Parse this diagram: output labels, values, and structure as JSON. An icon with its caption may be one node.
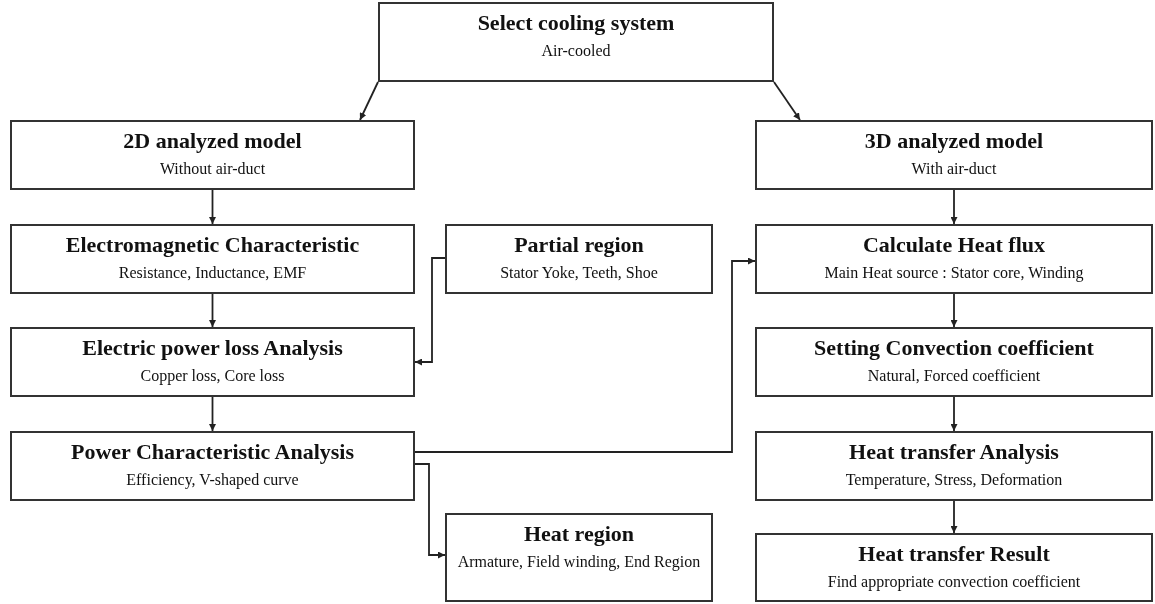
{
  "diagram": {
    "nodes": [
      {
        "text": [
          "Select cooling system",
          "Air-cooled"
        ]
      },
      {
        "text": [
          "2D analyzed model",
          "Without air-duct"
        ]
      },
      {
        "text": [
          "3D analyzed model",
          "With air-duct"
        ]
      },
      {
        "text": [
          "Electromagnetic Characteristic",
          "Resistance, Inductance, EMF"
        ]
      },
      {
        "text": [
          "Partial region",
          "Stator Yoke, Teeth, Shoe"
        ]
      },
      {
        "text": [
          "Electric power loss Analysis",
          "Copper loss, Core loss"
        ]
      },
      {
        "text": [
          "Power Characteristic Analysis",
          "Efficiency, V-shaped curve"
        ]
      },
      {
        "text": [
          "Heat region",
          "Armature, Field winding, End Region"
        ]
      },
      {
        "text": [
          "Calculate Heat flux",
          "Main Heat source : Stator core, Winding"
        ]
      },
      {
        "text": [
          "Setting Convection coefficient",
          "Natural, Forced coefficient"
        ]
      },
      {
        "text": [
          "Heat transfer Analysis",
          "Temperature, Stress, Deformation"
        ]
      },
      {
        "text": [
          "Heat transfer Result",
          "Find appropriate convection coefficient"
        ]
      }
    ],
    "edges": [
      {
        "from": 0,
        "to": 1,
        "arrow": "to"
      },
      {
        "from": 0,
        "to": 2,
        "arrow": "to"
      },
      {
        "from": 1,
        "to": 3,
        "arrow": "to"
      },
      {
        "from": 3,
        "to": 5,
        "arrow": "to"
      },
      {
        "from": 4,
        "to": 5,
        "arrow": "to"
      },
      {
        "from": 5,
        "to": 6,
        "arrow": "to"
      },
      {
        "from": 6,
        "to": 8,
        "arrow": "to"
      },
      {
        "from": 6,
        "to": 7,
        "arrow": "to"
      },
      {
        "from": 2,
        "to": 8,
        "arrow": "to"
      },
      {
        "from": 8,
        "to": 9,
        "arrow": "to"
      },
      {
        "from": 9,
        "to": 10,
        "arrow": "to"
      },
      {
        "from": 10,
        "to": 11,
        "arrow": "to"
      }
    ]
  }
}
